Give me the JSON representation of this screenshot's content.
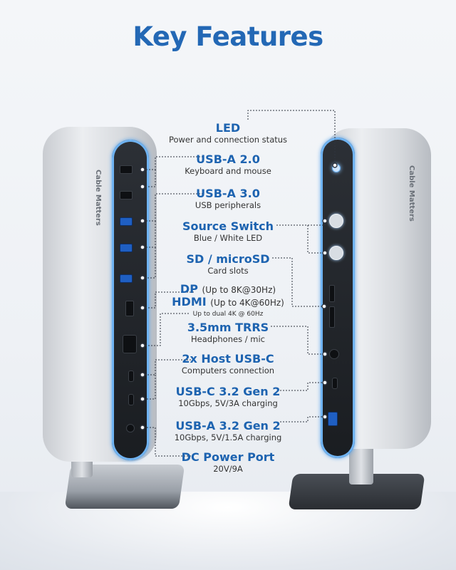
{
  "title": "Key Features",
  "brand": "Cable Matters",
  "features": [
    {
      "title": "LED",
      "sub": "Power and connection status"
    },
    {
      "title": "USB-A 2.0",
      "sub": "Keyboard and mouse"
    },
    {
      "title": "USB-A 3.0",
      "sub": "USB peripherals"
    },
    {
      "title": "Source Switch",
      "sub": "Blue / White LED"
    },
    {
      "title": "SD / microSD",
      "sub": "Card slots"
    },
    {
      "title": "DP",
      "title_note": "(Up to 8K@30Hz)"
    },
    {
      "title": "HDMI",
      "title_note": "(Up to 4K@60Hz)",
      "sub": "Up to dual 4K @ 60Hz"
    },
    {
      "title": "3.5mm TRRS",
      "sub": "Headphones / mic"
    },
    {
      "title": "2x Host USB-C",
      "sub": "Computers connection"
    },
    {
      "title": "USB-C 3.2 Gen 2",
      "sub": "10Gbps, 5V/3A charging"
    },
    {
      "title": "USB-A 3.2 Gen 2",
      "sub": "10Gbps, 5V/1.5A charging"
    },
    {
      "title": "DC Power Port",
      "sub": "20V/9A"
    }
  ],
  "colors": {
    "accent": "#1d63b0",
    "led_glow": "#6fb3f2"
  }
}
